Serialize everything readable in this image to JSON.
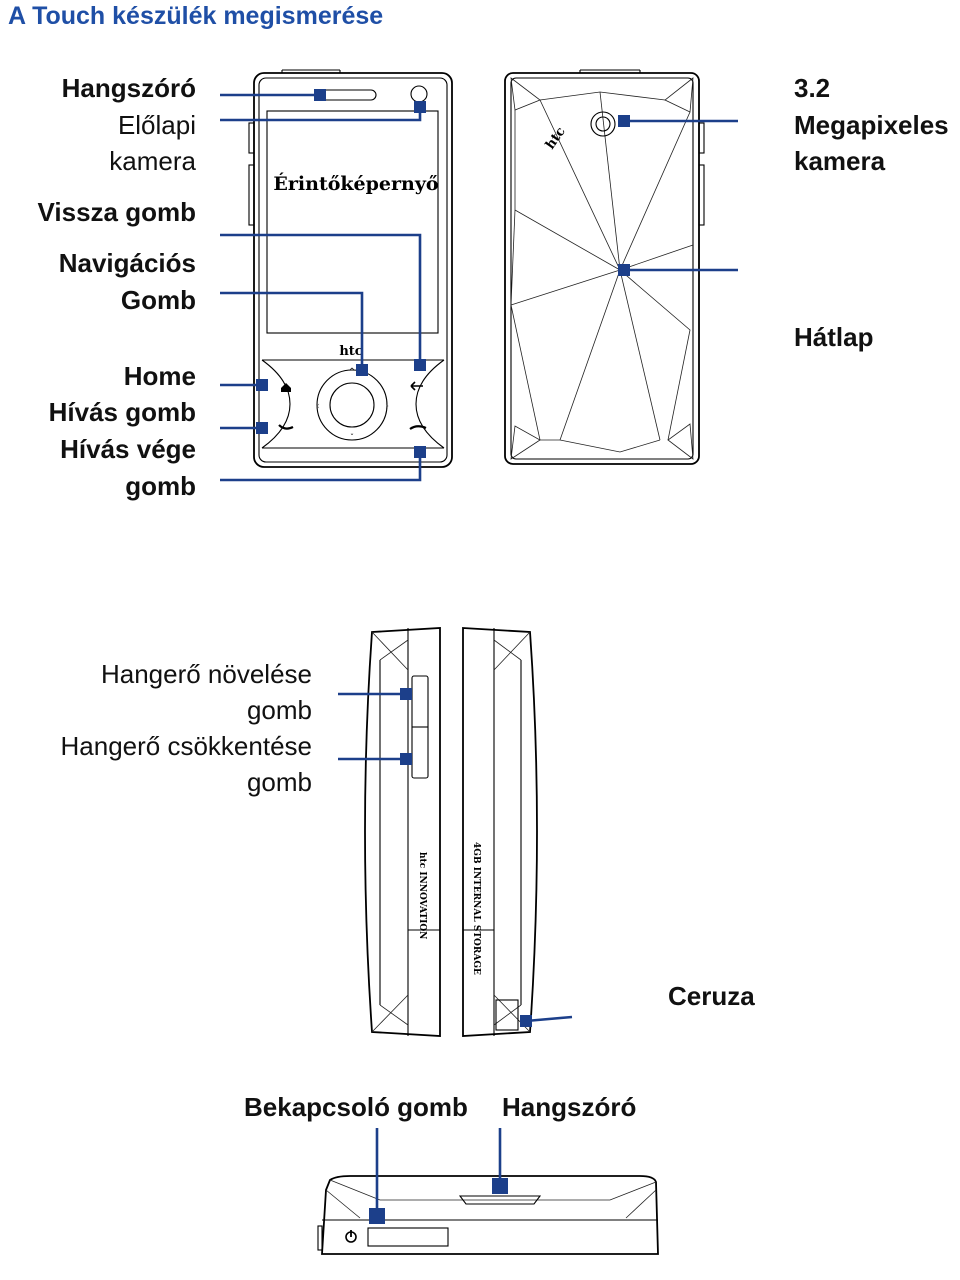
{
  "page": {
    "heading": "A Touch készülék megismerése"
  },
  "front": {
    "screen_text": "Érintőképernyő",
    "brand": "htc",
    "labels": {
      "speaker": "Hangszóró",
      "front_camera_line1": "Előlapi",
      "front_camera_line2": "kamera",
      "back_button": "Vissza gomb",
      "nav_line1": "Navigációs",
      "nav_line2": "Gomb",
      "home": "Home",
      "call": "Hívás gomb",
      "end_line1": "Hívás vége",
      "end_line2": "gomb"
    }
  },
  "back": {
    "brand": "htc",
    "labels": {
      "camera_line1": "3.2",
      "camera_line2": "Megapixeles",
      "camera_line3": "kamera",
      "back_cover": "Hátlap"
    }
  },
  "side": {
    "left_engraving": "htc INNOVATION",
    "right_engraving": "4GB INTERNAL STORAGE",
    "labels": {
      "vol_up_line1": "Hangerő növelése",
      "vol_up_line2": "gomb",
      "vol_down_line1": "Hangerő csökkentése",
      "vol_down_line2": "gomb",
      "stylus": "Ceruza"
    }
  },
  "top": {
    "labels": {
      "power": "Bekapcsoló gomb",
      "speaker": "Hangszóró"
    }
  },
  "colors": {
    "heading": "#1f4fa6",
    "callout": "#1c3f8a",
    "label": "#111111"
  }
}
